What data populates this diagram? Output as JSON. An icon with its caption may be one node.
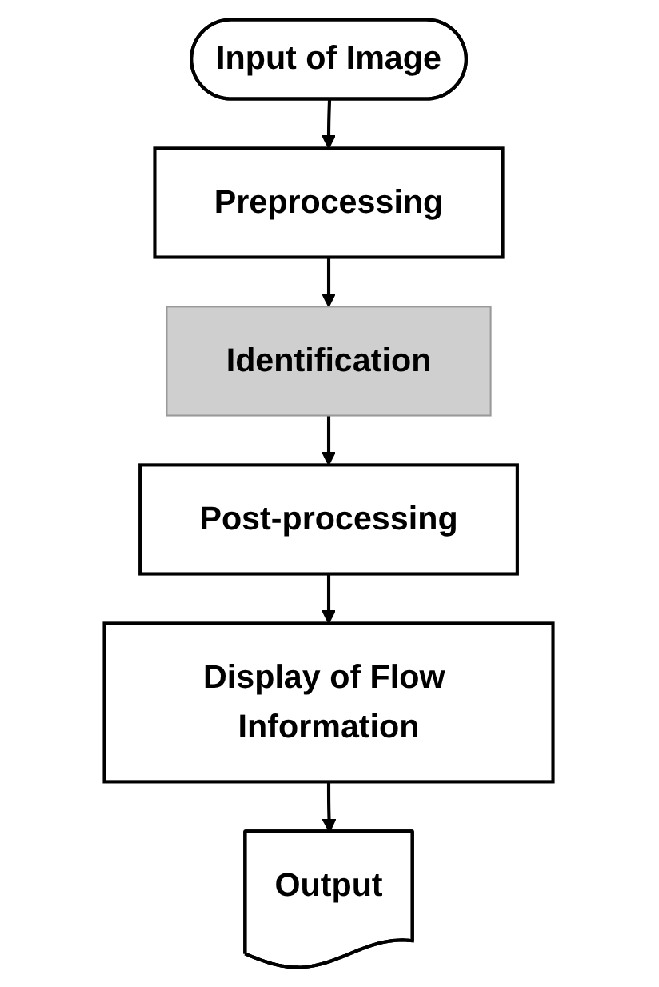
{
  "diagram": {
    "nodes": [
      {
        "text": [
          "Input of Image"
        ]
      },
      {
        "text": [
          "Preprocessing"
        ]
      },
      {
        "text": [
          "Identification"
        ]
      },
      {
        "text": [
          "Post-processing"
        ]
      },
      {
        "text": [
          "Display of Flow Information"
        ]
      },
      {
        "text": [
          "Output"
        ]
      }
    ],
    "edges": [
      {
        "from": 0,
        "to": 1,
        "arrow": "to"
      },
      {
        "from": 1,
        "to": 2,
        "arrow": "to"
      },
      {
        "from": 2,
        "to": 3,
        "arrow": "to"
      },
      {
        "from": 3,
        "to": 4,
        "arrow": "to"
      },
      {
        "from": 4,
        "to": 5,
        "arrow": "to"
      }
    ]
  }
}
